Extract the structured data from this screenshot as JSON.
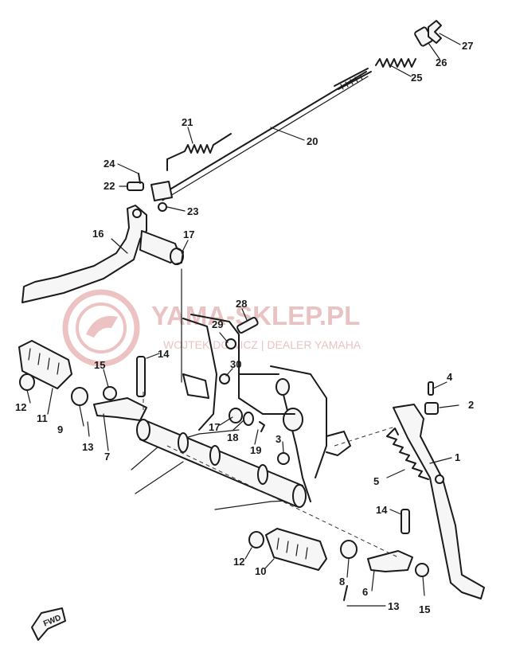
{
  "watermark": {
    "title": "YAMA-SKLEP.PL",
    "subtitle": "WOJTEK DOWICZ | DEALER YAMAHA",
    "color": "#e6b9b9"
  },
  "direction_marker": {
    "label": "FWD"
  },
  "callouts": {
    "n1": "1",
    "n2": "2",
    "n3": "3",
    "n4": "4",
    "n5": "5",
    "n6": "6",
    "n7": "7",
    "n8": "8",
    "n9": "9",
    "n10": "10",
    "n11": "11",
    "n12a": "12",
    "n12b": "12",
    "n13a": "13",
    "n13b": "13",
    "n14a": "14",
    "n14b": "14",
    "n15a": "15",
    "n15b": "15",
    "n16": "16",
    "n17a": "17",
    "n17b": "17",
    "n18": "18",
    "n19": "19",
    "n20": "20",
    "n21": "21",
    "n22": "22",
    "n23": "23",
    "n24": "24",
    "n25": "25",
    "n26": "26",
    "n27": "27",
    "n28": "28",
    "n29": "29",
    "n30": "30"
  }
}
